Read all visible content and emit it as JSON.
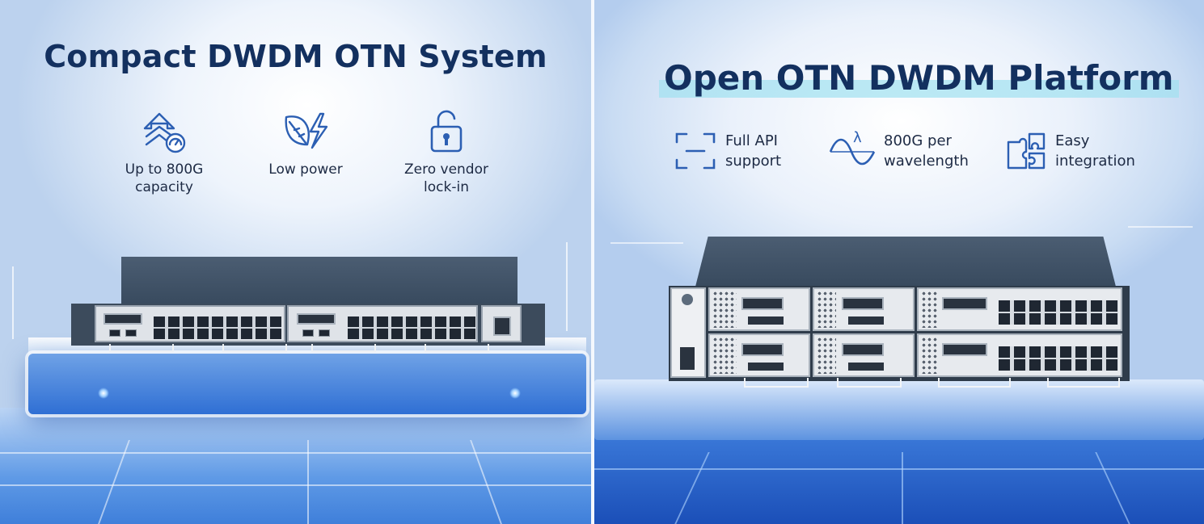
{
  "left": {
    "title": "Compact DWDM OTN System",
    "features": [
      {
        "icon": "upgrade-speed-icon",
        "line1": "Up to 800G",
        "line2": "capacity"
      },
      {
        "icon": "leaf-lightning-icon",
        "line1": "Low power",
        "line2": ""
      },
      {
        "icon": "unlock-icon",
        "line1": "Zero vendor",
        "line2": "lock-in"
      }
    ]
  },
  "right": {
    "title": "Open OTN DWDM Platform",
    "features": [
      {
        "icon": "api-brackets-icon",
        "line1": "Full API",
        "line2": "support"
      },
      {
        "icon": "lambda-wave-icon",
        "line1": "800G per",
        "line2": "wavelength",
        "symbol": "λ"
      },
      {
        "icon": "puzzle-icon",
        "line1": "Easy",
        "line2": "integration"
      }
    ]
  },
  "colors": {
    "title": "#13305f",
    "icon": "#2c5fb3",
    "background": "#dfe9f7"
  }
}
